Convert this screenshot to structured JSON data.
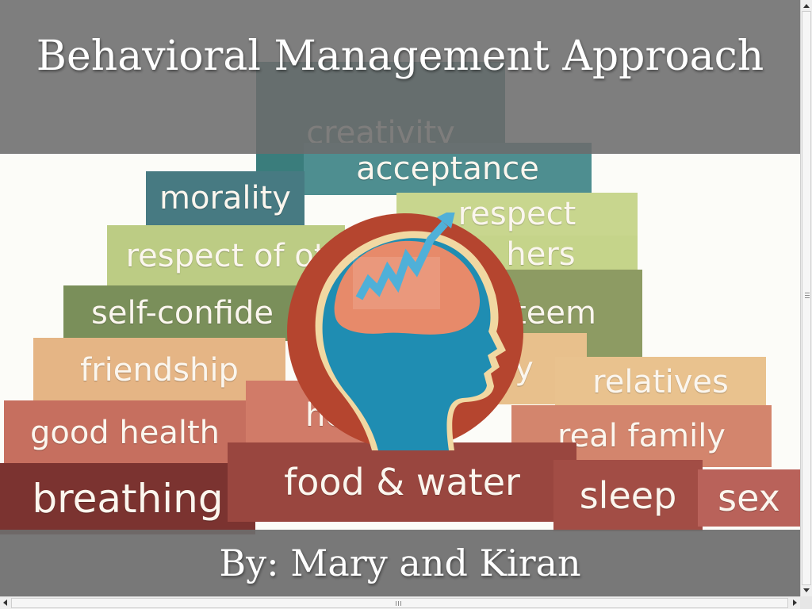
{
  "slide": {
    "title": "Behavioral Management Approach",
    "subtitle": "By: Mary and Kiran"
  },
  "pyramid": {
    "blocks": [
      {
        "key": "creativity",
        "label": "creativity",
        "color": "#3a7d7c"
      },
      {
        "key": "acceptance",
        "label": "acceptance",
        "color": "#4e8e90"
      },
      {
        "key": "morality",
        "label": "morality",
        "color": "#477a82"
      },
      {
        "key": "respect",
        "label": "respect",
        "color": "#c8d68e"
      },
      {
        "key": "respect_of_others",
        "label": "respect of ot",
        "color": "#bccc84"
      },
      {
        "key": "respect_by_others",
        "label": "hers",
        "color": "#c5d48a"
      },
      {
        "key": "self_confidence",
        "label": "self-confide",
        "color": "#7a8f5a"
      },
      {
        "key": "self_esteem",
        "label": "teem",
        "color": "#8d9b63"
      },
      {
        "key": "friendship",
        "label": "friendship",
        "color": "#e5b585"
      },
      {
        "key": "intimacy",
        "label": "cy",
        "color": "#e8c08c"
      },
      {
        "key": "relatives",
        "label": "relatives",
        "color": "#e9c28e"
      },
      {
        "key": "good_health",
        "label": "good health",
        "color": "#c66f5f"
      },
      {
        "key": "health_fragment",
        "label": "he",
        "color": "#d17b68"
      },
      {
        "key": "real_family",
        "label": "real family",
        "color": "#d3856d"
      },
      {
        "key": "breathing",
        "label": "breathing",
        "color": "#7b3330"
      },
      {
        "key": "food_water",
        "label": "food & water",
        "color": "#99463f"
      },
      {
        "key": "sleep",
        "label": "sleep",
        "color": "#a24d45"
      },
      {
        "key": "sex",
        "label": "sex",
        "color": "#b9625a"
      }
    ]
  },
  "head_icon": {
    "name": "brain-growth-icon",
    "ring": "#b5452f",
    "head": "#1f8db2",
    "brain": "#e78a6a",
    "arrow": "#4fb0d8"
  },
  "scrollbars": {
    "track": "#eeeeee",
    "arrow": "#333333"
  }
}
